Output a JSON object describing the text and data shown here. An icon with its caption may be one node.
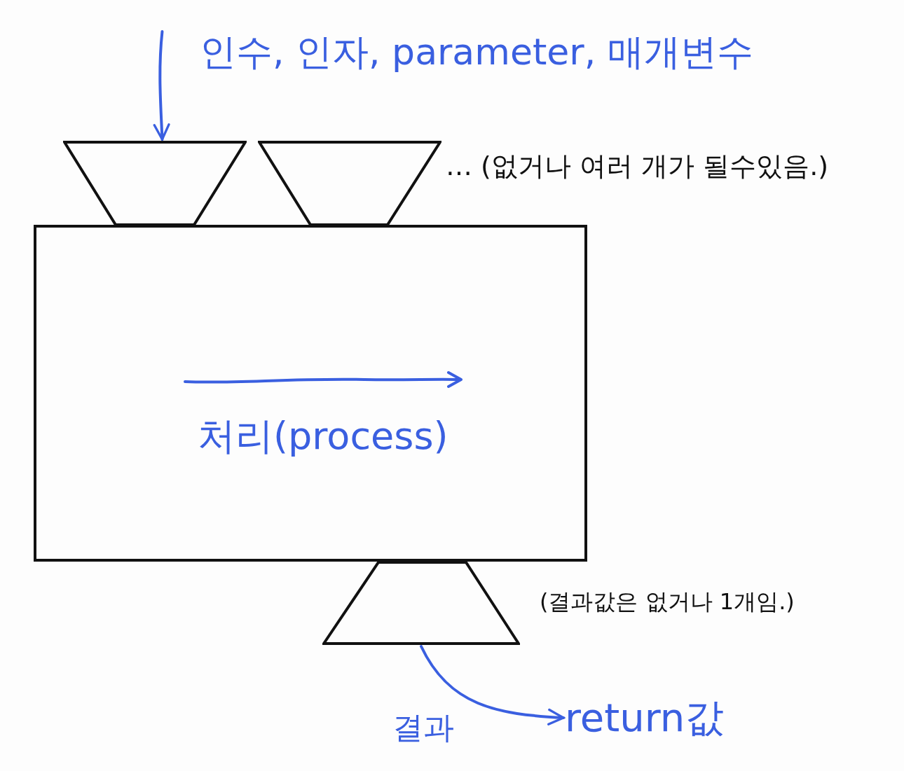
{
  "diagram": {
    "nodes": [
      {
        "text": [],
        "shape": "trapezoid"
      },
      {
        "text": [],
        "shape": "trapezoid",
        "beside": [
          "… (없거나 여러 개가 될수있음.)"
        ]
      },
      {
        "text": [
          "처리(process)"
        ]
      },
      {
        "text": [],
        "shape": "trapezoid",
        "beside": [
          "(결과값은 없거나 1개임.)"
        ]
      },
      {
        "text": [
          "return값"
        ]
      }
    ],
    "edges": [
      {
        "from": null,
        "to": 0,
        "arrow": "to"
      },
      {
        "from": 3,
        "to": 4,
        "arrow": "to"
      }
    ],
    "labels": [
      "인수, 인자, parameter, 매개변수",
      "결과"
    ]
  }
}
